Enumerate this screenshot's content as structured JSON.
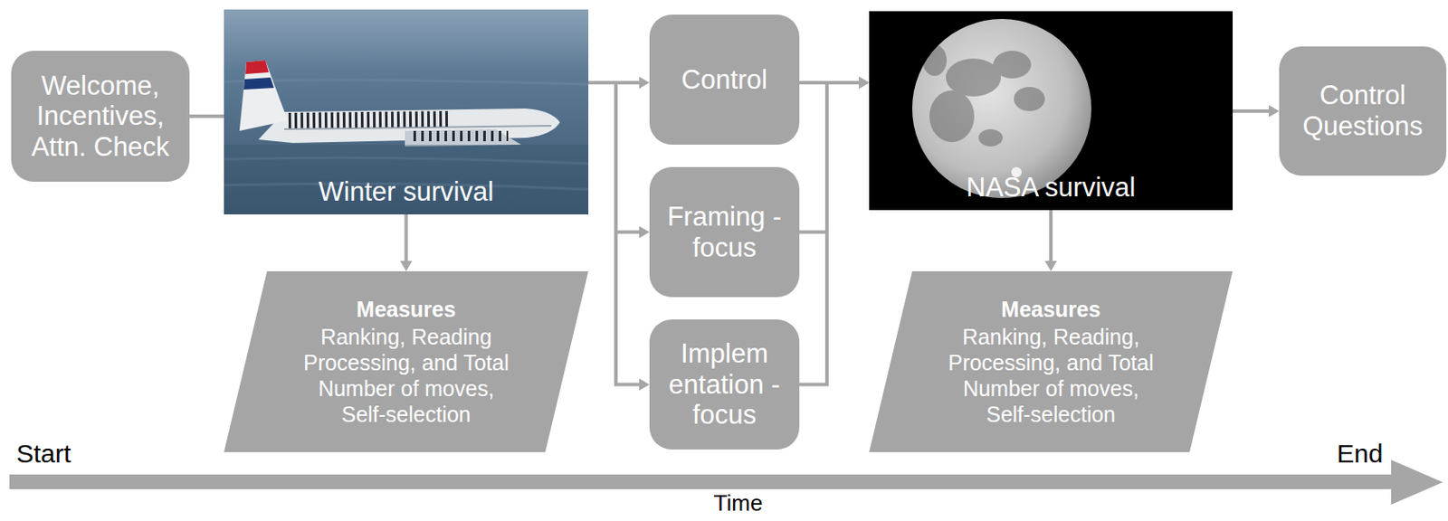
{
  "diagram": {
    "nodes": [
      {
        "text": [
          "Welcome, Incentives, Attn. Check"
        ]
      },
      {
        "text": [
          "Winter survival"
        ]
      },
      {
        "text": [
          "Measures",
          "Ranking, Reading Processing, and Total Number of moves, Self-selection"
        ]
      },
      {
        "text": [
          "Control"
        ]
      },
      {
        "text": [
          "Framing -focus"
        ]
      },
      {
        "text": [
          "Implem entation -focus"
        ]
      },
      {
        "text": [
          "NASA survival"
        ]
      },
      {
        "text": [
          "Measures",
          "Ranking, Reading, Processing, and Total Number of moves, Self-selection"
        ]
      },
      {
        "text": [
          "Control Questions"
        ]
      }
    ],
    "edges": [
      {
        "from": 0,
        "to": 1,
        "arrow": "none"
      },
      {
        "from": 1,
        "to": 2,
        "arrow": "to"
      },
      {
        "from": 1,
        "to": 3,
        "arrow": "to"
      },
      {
        "from": 1,
        "to": 4,
        "arrow": "to"
      },
      {
        "from": 1,
        "to": 5,
        "arrow": "to"
      },
      {
        "from": 3,
        "to": 6,
        "arrow": "to"
      },
      {
        "from": 4,
        "to": 6,
        "arrow": "to"
      },
      {
        "from": 5,
        "to": 6,
        "arrow": "to"
      },
      {
        "from": 6,
        "to": 7,
        "arrow": "to"
      },
      {
        "from": 6,
        "to": 8,
        "arrow": "to"
      }
    ],
    "labels": [
      "Start",
      "End",
      "Time"
    ]
  }
}
